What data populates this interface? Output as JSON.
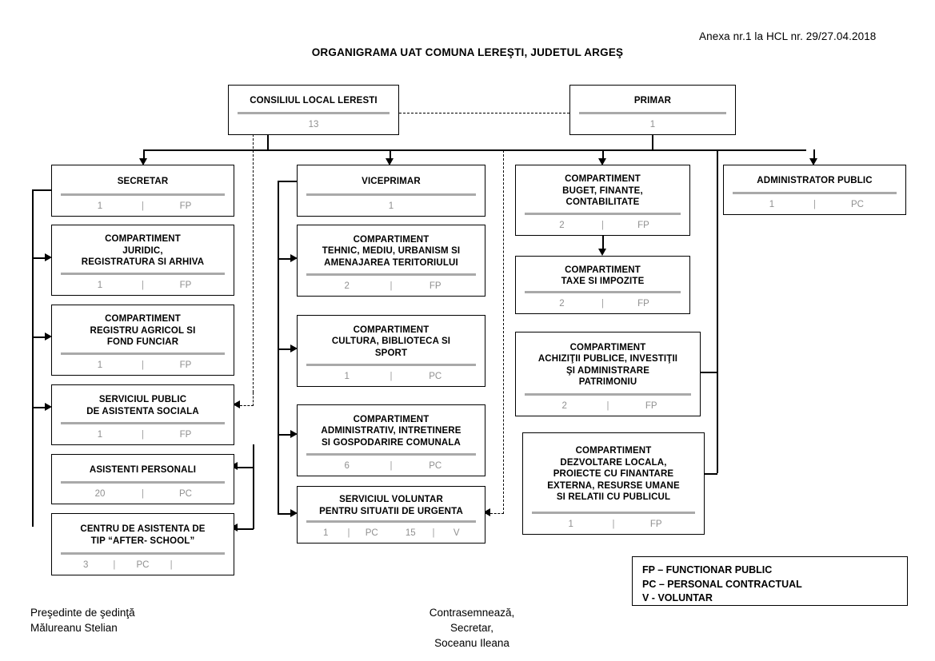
{
  "document": {
    "header_note": "Anexa nr.1 la HCL nr. 29/27.04.2018",
    "title": "ORGANIGRAMA UAT COMUNA LEREŞTI, JUDETUL ARGEŞ"
  },
  "legend": {
    "text": "FP – FUNCTIONAR PUBLIC\nPC – PERSONAL CONTRACTUAL\nV - VOLUNTAR"
  },
  "signatures": {
    "left": "Preşedinte de şedinţă\nMălureanu Stelian",
    "right": "Contrasemnează,\nSecretar,\nSoceanu Ileana"
  },
  "nodes": {
    "consiliu": {
      "title": "CONSILIUL LOCAL LERESTI",
      "count": "13"
    },
    "primar": {
      "title": "PRIMAR",
      "count": "1"
    },
    "secretar": {
      "title": "SECRETAR",
      "count": "1",
      "type": "FP"
    },
    "juridic": {
      "title": "COMPARTIMENT\nJURIDIC,\nREGISTRATURA SI ARHIVA",
      "count": "1",
      "type": "FP"
    },
    "registru_agricol": {
      "title": "COMPARTIMENT\nREGISTRU AGRICOL SI\nFOND FUNCIAR",
      "count": "1",
      "type": "FP"
    },
    "asistenta_sociala": {
      "title": "SERVICIUL PUBLIC\nDE ASISTENTA SOCIALA",
      "count": "1",
      "type": "FP"
    },
    "asistenti_personali": {
      "title": "ASISTENTI PERSONALI",
      "count": "20",
      "type": "PC"
    },
    "after_school": {
      "title": "CENTRU DE ASISTENTA DE\nTIP “AFTER- SCHOOL”",
      "count": "3",
      "type": "PC",
      "count2": "",
      "type2": ""
    },
    "viceprimar": {
      "title": "VICEPRIMAR",
      "count": "1"
    },
    "tehnic": {
      "title": "COMPARTIMENT\nTEHNIC, MEDIU, URBANISM SI\nAMENAJAREA TERITORIULUI",
      "count": "2",
      "type": "FP"
    },
    "cultura": {
      "title": "COMPARTIMENT\nCULTURA, BIBLIOTECA SI\nSPORT",
      "count": "1",
      "type": "PC"
    },
    "administrativ": {
      "title": "COMPARTIMENT\nADMINISTRATIV, INTRETINERE\nSI GOSPODARIRE COMUNALA",
      "count": "6",
      "type": "PC"
    },
    "svsu": {
      "title": "SERVICIUL VOLUNTAR\nPENTRU SITUATII DE URGENTA",
      "count": "1",
      "type": "PC",
      "count2": "15",
      "type2": "V"
    },
    "buget": {
      "title": "COMPARTIMENT\nBUGET, FINANTE,\nCONTABILITATE",
      "count": "2",
      "type": "FP"
    },
    "taxe": {
      "title": "COMPARTIMENT\nTAXE SI IMPOZITE",
      "count": "2",
      "type": "FP"
    },
    "achizitii": {
      "title": "COMPARTIMENT\nACHIZIŢII PUBLICE, INVESTIŢII\nŞI ADMINISTRARE\nPATRIMONIU",
      "count": "2",
      "type": "FP"
    },
    "dezvoltare": {
      "title": "COMPARTIMENT\nDEZVOLTARE LOCALA,\nPROIECTE CU FINANTARE\nEXTERNA, RESURSE UMANE\nSI RELATII CU PUBLICUL",
      "count": "1",
      "type": "FP"
    },
    "administrator_public": {
      "title": "ADMINISTRATOR PUBLIC",
      "count": "1",
      "type": "PC"
    }
  },
  "colors": {
    "line": "#000000",
    "rule": "#a9a9a9",
    "meta_text": "#909090"
  }
}
